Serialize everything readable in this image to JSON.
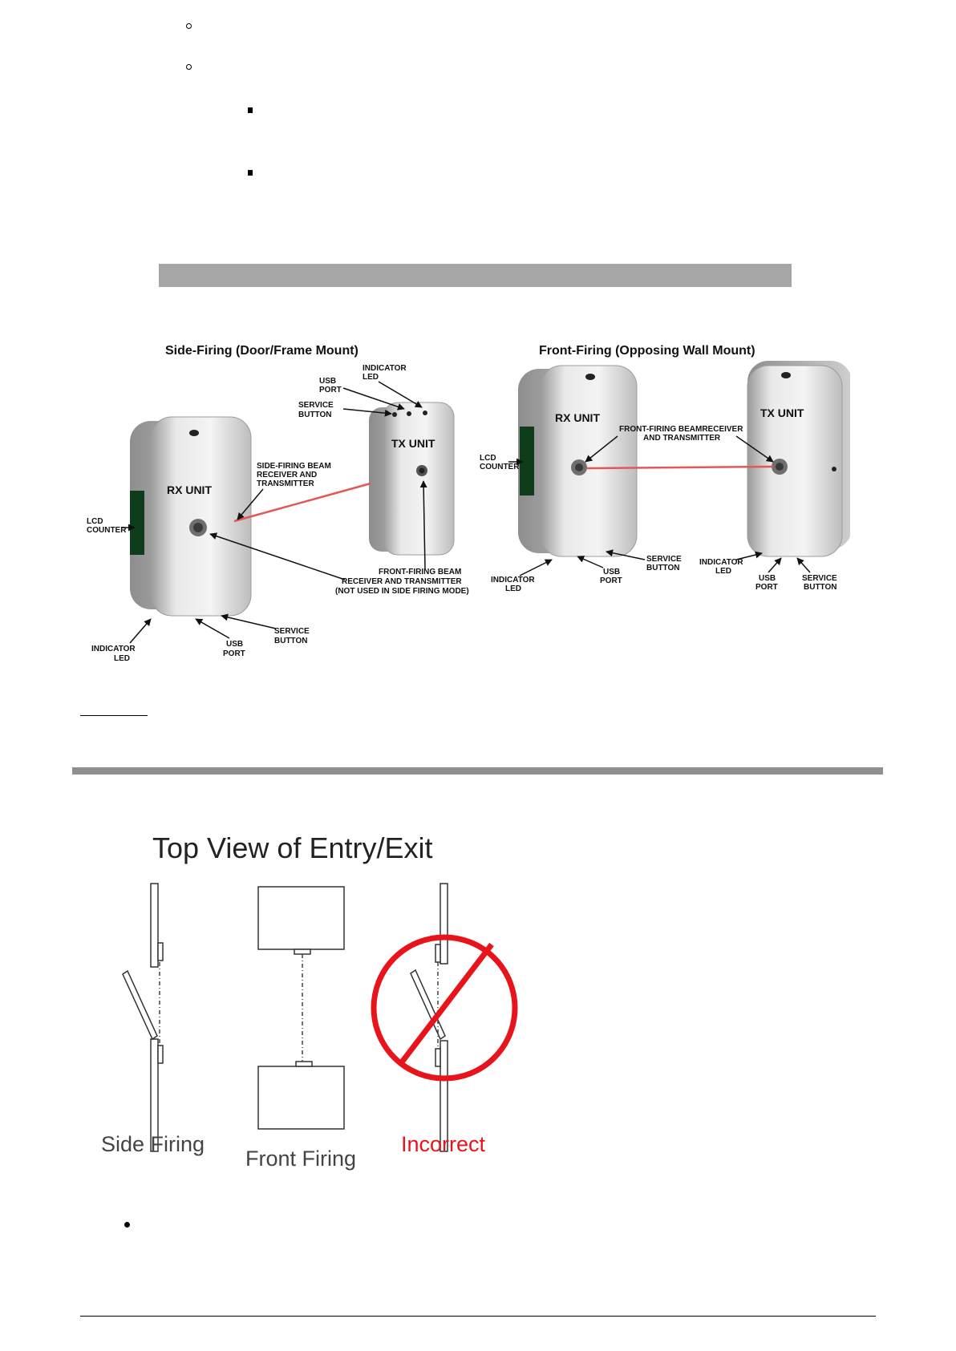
{
  "diagram1": {
    "side_title": "Side-Firing (Door/Frame Mount)",
    "front_title": "Front-Firing (Opposing Wall Mount)",
    "labels": {
      "rx_unit": "RX UNIT",
      "tx_unit": "TX UNIT",
      "lcd_1": "LCD",
      "lcd_2": "COUNTER",
      "usb_1": "USB",
      "usb_2": "PORT",
      "indicator_1": "INDICATOR",
      "indicator_2": "LED",
      "service_1": "SERVICE",
      "service_2": "BUTTON",
      "side_beam_1": "SIDE-FIRING BEAM",
      "side_beam_2": "RECEIVER AND",
      "side_beam_3": "TRANSMITTER",
      "front_beam_1": "FRONT-FIRING BEAM",
      "front_beam_2": "RECEIVER AND TRANSMITTER",
      "front_beam_3": "(NOT USED IN SIDE FIRING MODE)",
      "front_beam_alt_1": "FRONT-FIRING BEAMRECEIVER",
      "front_beam_alt_2": "AND TRANSMITTER"
    }
  },
  "diagram2": {
    "title": "Top View of Entry/Exit",
    "side_caption": "Side Firing",
    "front_caption": "Front Firing",
    "incorrect_caption": "Incorrect",
    "incorrect_color": "#e8141c"
  }
}
